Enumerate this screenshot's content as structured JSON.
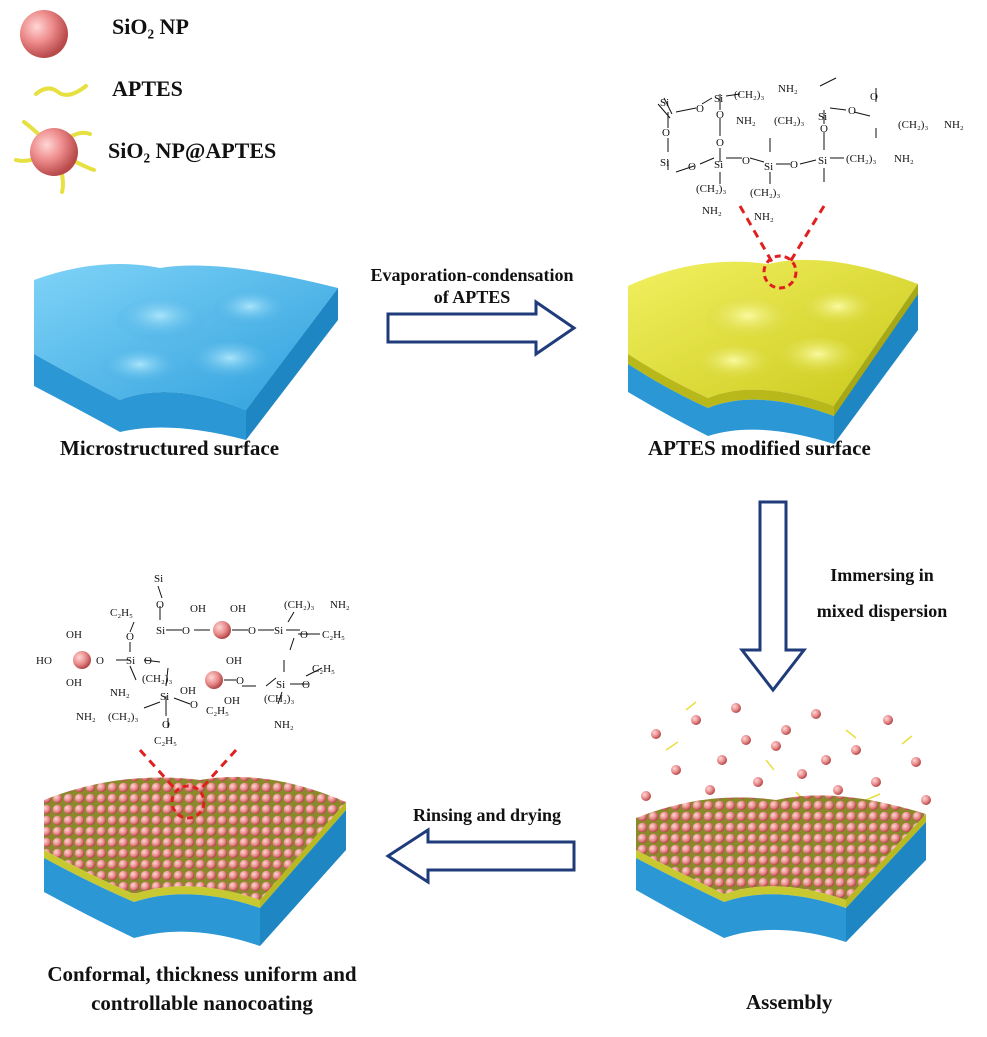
{
  "legend": {
    "items": [
      {
        "label": "SiO₂ NP",
        "icon": "sio2-nanoparticle"
      },
      {
        "label": "APTES",
        "icon": "aptes-strand"
      },
      {
        "label": "SiO₂ NP@APTES",
        "icon": "sio2-nanoparticle-with-aptes"
      }
    ]
  },
  "steps": {
    "step1": {
      "caption": "Microstructured surface"
    },
    "step2": {
      "caption": "APTES modified surface"
    },
    "step3": {
      "caption": "Assembly"
    },
    "step4": {
      "caption_line1": "Conformal, thickness uniform and",
      "caption_line2": "controllable nanocoating"
    }
  },
  "arrows": {
    "a1": {
      "line1": "Evaporation-condensation",
      "line2": "of APTES"
    },
    "a2": {
      "line1": "Immersing in",
      "line2": "mixed dispersion"
    },
    "a3": {
      "line1": "Rinsing and drying"
    }
  },
  "chem_top": {
    "texts": [
      "Si",
      "O",
      "(CH₂)₃",
      "NH₂",
      "Si",
      "O",
      "O",
      "Si",
      "O",
      "O",
      "Si",
      "O",
      "Si",
      "O",
      "Si",
      "O",
      "Si",
      "(CH₂)₃",
      "NH₂",
      "(CH₂)₃",
      "NH₂",
      "(CH₂)₃",
      "NH₂",
      "(CH₂)₃",
      "NH₂",
      "NH₂",
      "(CH₂)₃",
      "O",
      "O"
    ]
  },
  "chem_bottom": {
    "texts": [
      "Si",
      "O",
      "C₂H₅",
      "O",
      "OH",
      "OH",
      "(CH₂)₃",
      "NH₂",
      "Si",
      "O",
      "O",
      "Si",
      "O",
      "C₂H₅",
      "OH",
      "HO",
      "O",
      "Si",
      "O",
      "NH₂",
      "(CH₂)₃",
      "OH",
      "OH",
      "O",
      "Si",
      "O",
      "C₂H₅",
      "OH",
      "OH",
      "(CH₂)₃",
      "NH₂",
      "NH₂",
      "(CH₂)₃",
      "Si",
      "O",
      "O",
      "C₂H₅",
      "C₂H₅"
    ]
  },
  "colors": {
    "substrate_top": "#4fb8ea",
    "substrate_side": "#2e9fdc",
    "aptes_layer": "#e0e032",
    "nanoparticle": "#e88a8a",
    "arrow_stroke": "#1f3b7a",
    "zoom_marker": "#e02020"
  }
}
